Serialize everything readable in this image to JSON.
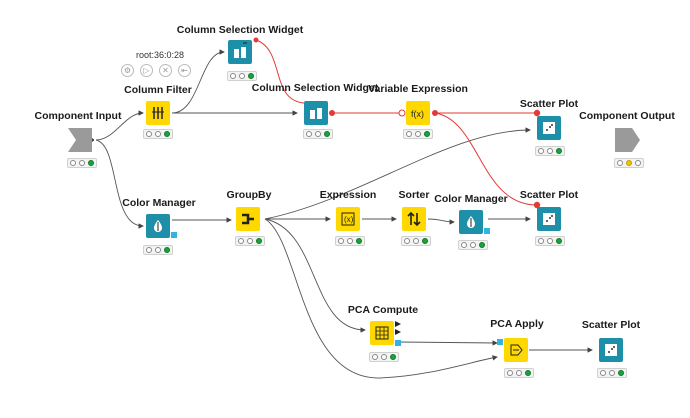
{
  "node_selected_id": "root:36:0:28",
  "nodes": {
    "component_input": {
      "label": "Component Input",
      "status": [
        "empty",
        "empty",
        "green"
      ]
    },
    "column_filter": {
      "label": "Column Filter",
      "status": [
        "empty",
        "empty",
        "green"
      ]
    },
    "col_sel_widget_top": {
      "label": "Column Selection Widget",
      "status": [
        "empty",
        "empty",
        "green"
      ]
    },
    "col_sel_widget_mid": {
      "label": "Column Selection Widget",
      "status": [
        "empty",
        "empty",
        "green"
      ]
    },
    "variable_expression": {
      "label": "Variable Expression",
      "status": [
        "empty",
        "empty",
        "green"
      ]
    },
    "scatter_plot_1": {
      "label": "Scatter Plot",
      "status": [
        "empty",
        "empty",
        "green"
      ]
    },
    "component_output": {
      "label": "Component Output",
      "status": [
        "empty",
        "yellow",
        "empty"
      ]
    },
    "color_manager_1": {
      "label": "Color Manager",
      "status": [
        "empty",
        "empty",
        "green"
      ]
    },
    "groupby": {
      "label": "GroupBy",
      "status": [
        "empty",
        "empty",
        "green"
      ]
    },
    "expression": {
      "label": "Expression",
      "status": [
        "empty",
        "empty",
        "green"
      ]
    },
    "sorter": {
      "label": "Sorter",
      "status": [
        "empty",
        "empty",
        "green"
      ]
    },
    "color_manager_2": {
      "label": "Color Manager",
      "status": [
        "empty",
        "empty",
        "green"
      ]
    },
    "scatter_plot_2": {
      "label": "Scatter Plot",
      "status": [
        "empty",
        "empty",
        "green"
      ]
    },
    "pca_compute": {
      "label": "PCA Compute",
      "status": [
        "empty",
        "empty",
        "green"
      ]
    },
    "pca_apply": {
      "label": "PCA Apply",
      "status": [
        "empty",
        "empty",
        "green"
      ]
    },
    "scatter_plot_3": {
      "label": "Scatter Plot",
      "status": [
        "empty",
        "empty",
        "green"
      ]
    }
  },
  "toolbar_icons": [
    "gear-icon",
    "play-icon",
    "cancel-icon",
    "reset-icon"
  ],
  "colors": {
    "yellow": "#ffd800",
    "teal": "#1e8fa8",
    "grey": "#9a9a9a",
    "flowvar": "#e53935",
    "link": "#555555"
  }
}
